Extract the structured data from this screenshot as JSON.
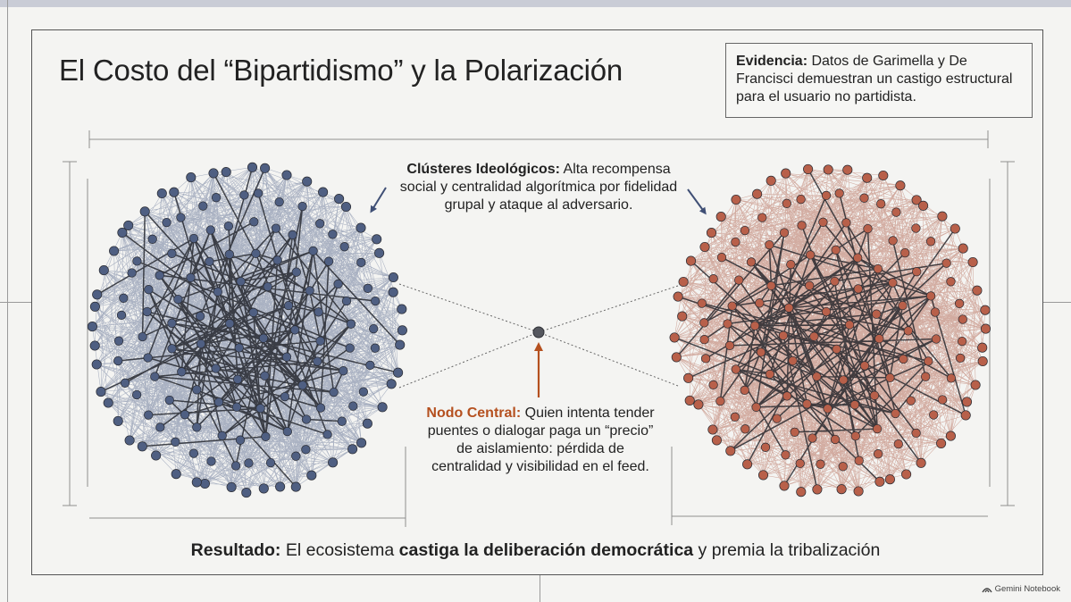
{
  "title": "El Costo del “Bipartidismo” y la Polarización",
  "evidence": {
    "label": "Evidencia:",
    "text": " Datos de Garimella y De Francisci demuestran un castigo estructural para el usuario no partidista."
  },
  "clusters_callout": {
    "label": "Clústeres Ideológicos:",
    "text": " Alta recompensa social y centralidad algorítmica por fidelidad grupal y ataque al adversario."
  },
  "central_node_callout": {
    "label": "Nodo Central:",
    "text": " Quien intenta tender puentes o dialogar paga un “precio” de aislamiento: pérdida de centralidad y visibilidad en el feed."
  },
  "result": {
    "label": "Resultado:",
    "text1": " El ecosistema ",
    "emphasis": "castiga la deliberación democrática",
    "text2": " y premia la tribalización"
  },
  "badge": {
    "text": "Gemini Notebook",
    "icon": "gemini-notebook-icon"
  },
  "colors": {
    "left_cluster_node": "#4f5f82",
    "left_cluster_edge": "#4d5f88",
    "right_cluster_node": "#b8604a",
    "right_cluster_edge": "#a9513c",
    "central_node": "#55575e",
    "accent_label": "#b5501f",
    "arrow_blue": "#3f4f75",
    "arrow_orange": "#b5501f"
  }
}
